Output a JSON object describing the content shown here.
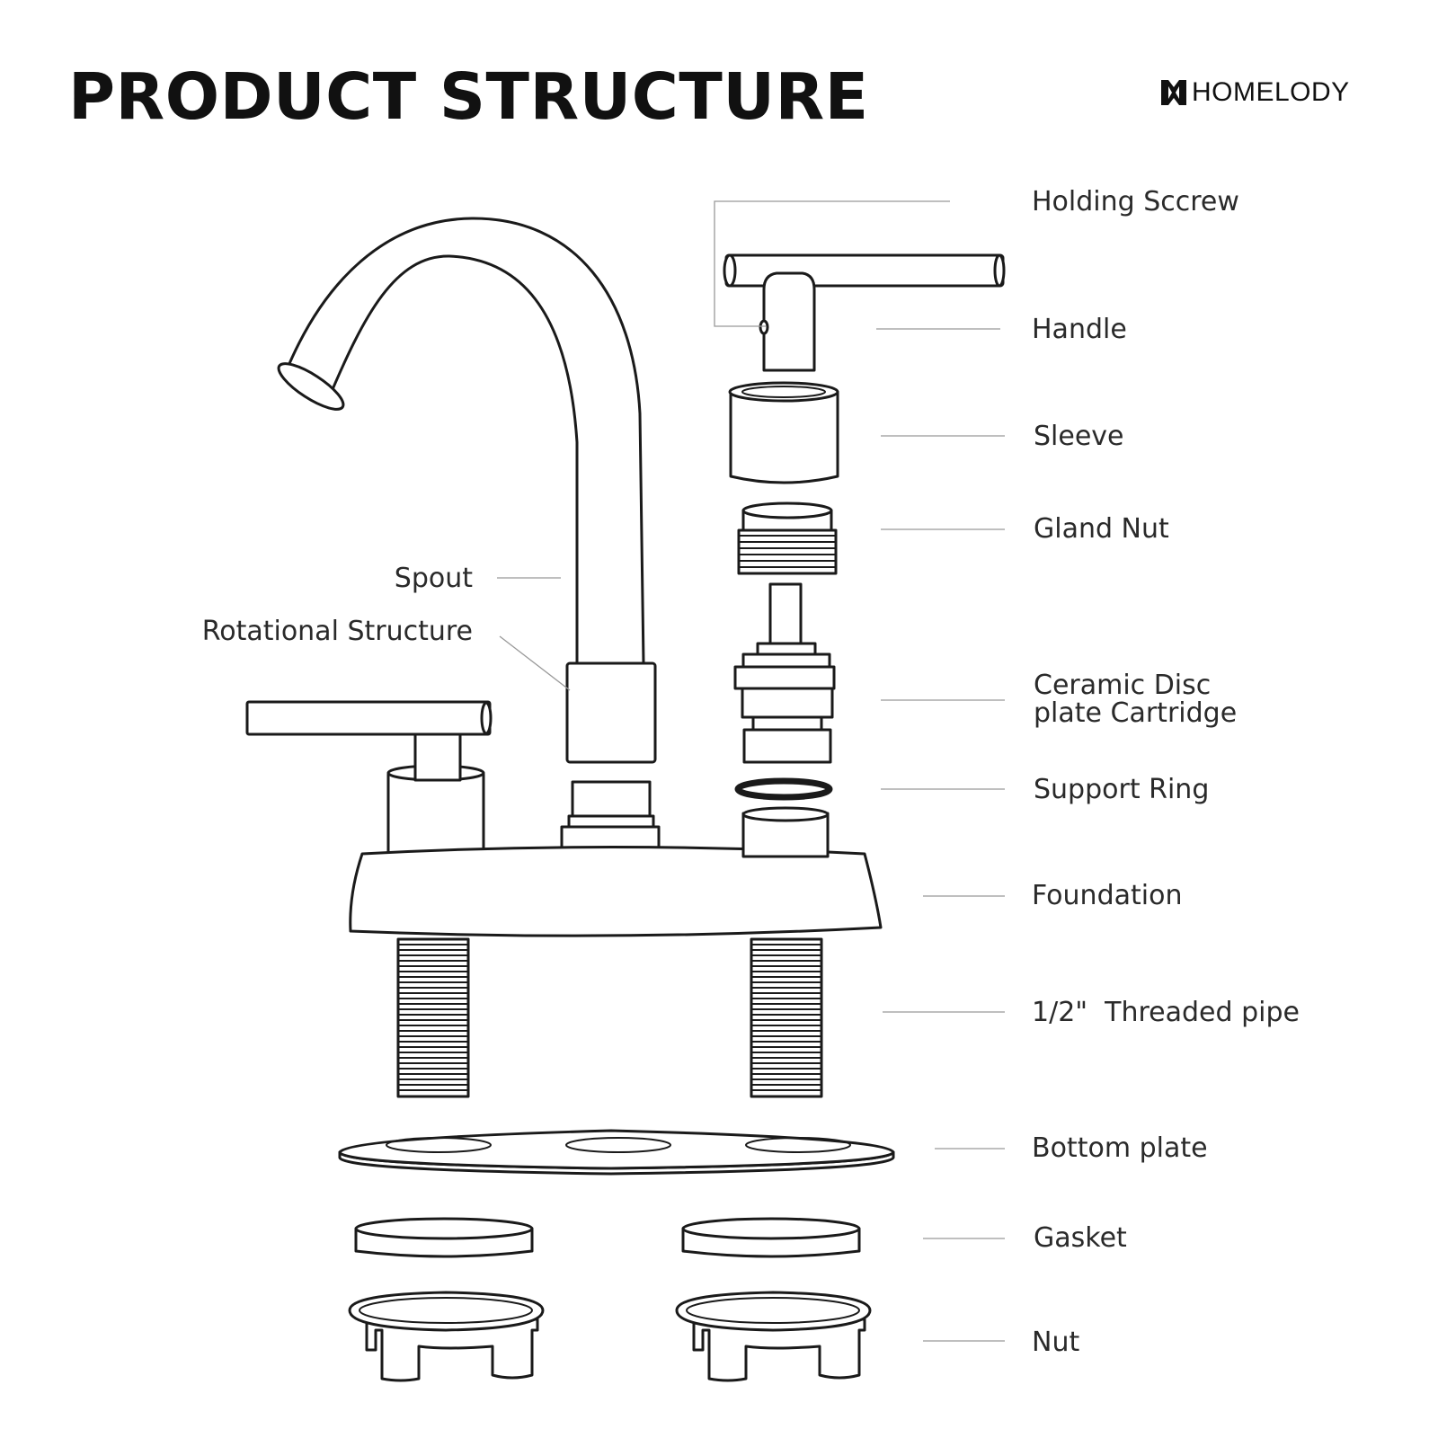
{
  "header": {
    "title": "PRODUCT STRUCTURE",
    "brand": "HOMELODY",
    "brand_logo_icon": "homelody-logo-icon"
  },
  "labels": {
    "holding_screw": "Holding Sccrew",
    "handle": "Handle",
    "sleeve": "Sleeve",
    "gland_nut": "Gland Nut",
    "spout": "Spout",
    "rotational_structure": "Rotational Structure",
    "cartridge_line1": "Ceramic Disc",
    "cartridge_line2": "plate Cartridge",
    "support_ring": "Support Ring",
    "foundation": "Foundation",
    "threaded_pipe": "1/2\"  Threaded pipe",
    "bottom_plate": "Bottom plate",
    "gasket": "Gasket",
    "nut": "Nut"
  },
  "colors": {
    "line": "#1a1a1a",
    "leader": "#999999",
    "background": "#ffffff"
  }
}
